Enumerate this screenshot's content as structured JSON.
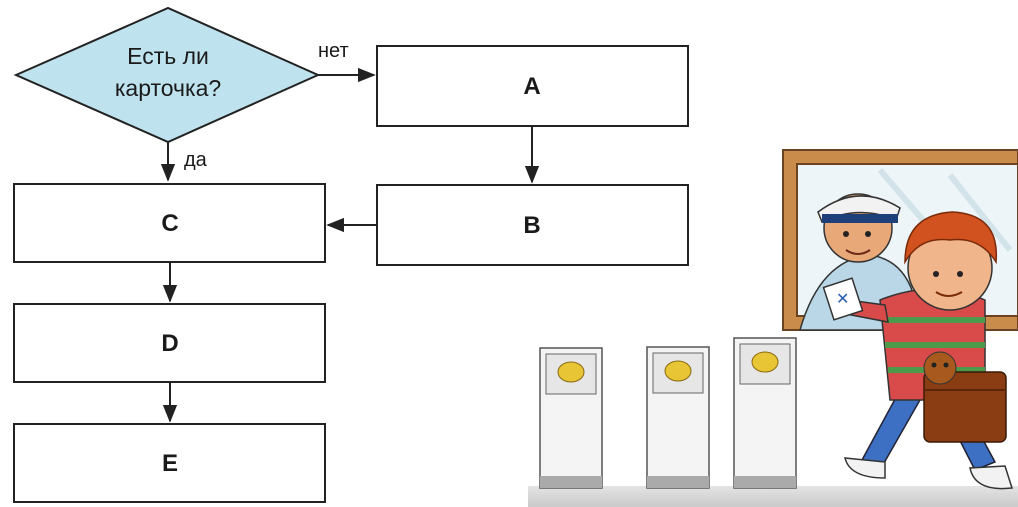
{
  "decision": {
    "line1": "Есть ли",
    "line2": "карточка?"
  },
  "edges": {
    "no": "нет",
    "yes": "да"
  },
  "boxes": {
    "a": "A",
    "b": "B",
    "c": "C",
    "d": "D",
    "e": "E"
  },
  "colors": {
    "decision_fill": "#bfe3ee",
    "stroke": "#222222",
    "box_fill": "#ffffff"
  }
}
